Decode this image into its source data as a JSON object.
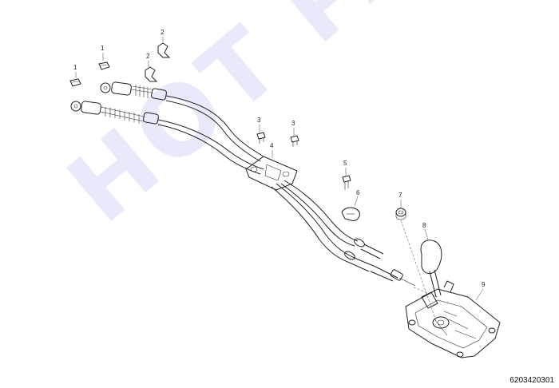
{
  "watermark": "HOT PARTS",
  "document_number": "6203420301",
  "callouts": {
    "c1a": "1",
    "c1b": "1",
    "c2a": "2",
    "c2b": "2",
    "c3a": "3",
    "c3b": "3",
    "c4": "4",
    "c5": "5",
    "c6": "6",
    "c7": "7",
    "c8": "8",
    "c9": "9"
  },
  "colors": {
    "line": "#222222",
    "watermark": "#96a0eb"
  }
}
